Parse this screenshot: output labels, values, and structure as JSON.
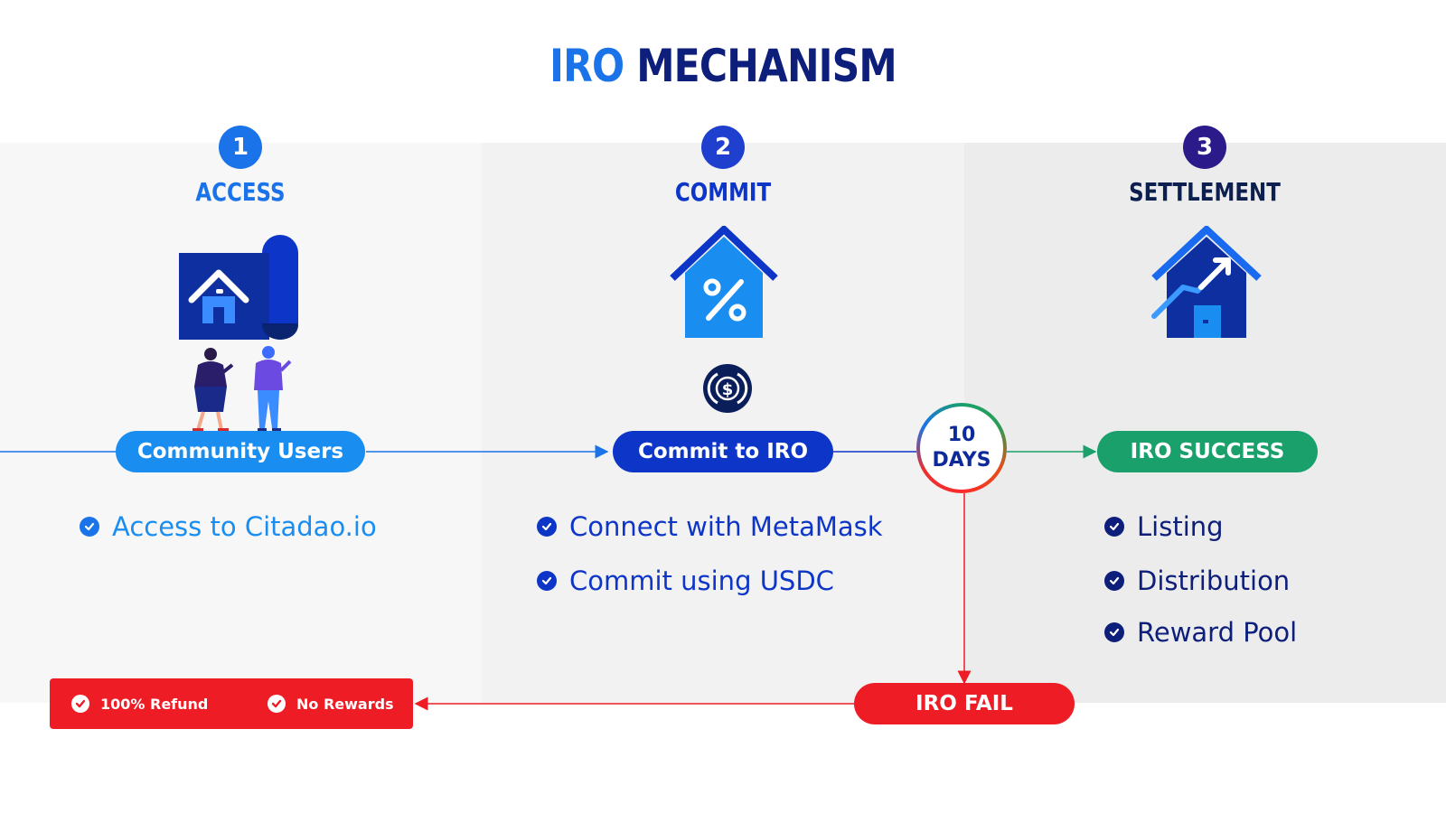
{
  "title": {
    "part1": "IRO",
    "part2": "MECHANISM"
  },
  "steps": [
    {
      "number": "1",
      "label": "ACCESS"
    },
    {
      "number": "2",
      "label": "COMMIT"
    },
    {
      "number": "3",
      "label": "SETTLEMENT"
    }
  ],
  "flow": {
    "community": "Community Users",
    "commit": "Commit to IRO",
    "timer_value": "10",
    "timer_unit": "DAYS",
    "success": "IRO SUCCESS",
    "fail": "IRO FAIL"
  },
  "access_items": [
    "Access to Citadao.io"
  ],
  "commit_items": [
    "Connect with MetaMask",
    "Commit using USDC"
  ],
  "settlement_items": [
    "Listing",
    "Distribution",
    "Reward Pool"
  ],
  "fail_outcomes": [
    "100% Refund",
    "No Rewards"
  ],
  "colors": {
    "blue": "#1a73e8",
    "royal": "#0d36c9",
    "navy": "#0d1f7a",
    "green": "#1aa06a",
    "red": "#ee1c25"
  },
  "icons": [
    "house-map-icon",
    "people-icon",
    "house-percent-icon",
    "usdc-coin-icon",
    "house-growth-icon",
    "check-icon"
  ]
}
